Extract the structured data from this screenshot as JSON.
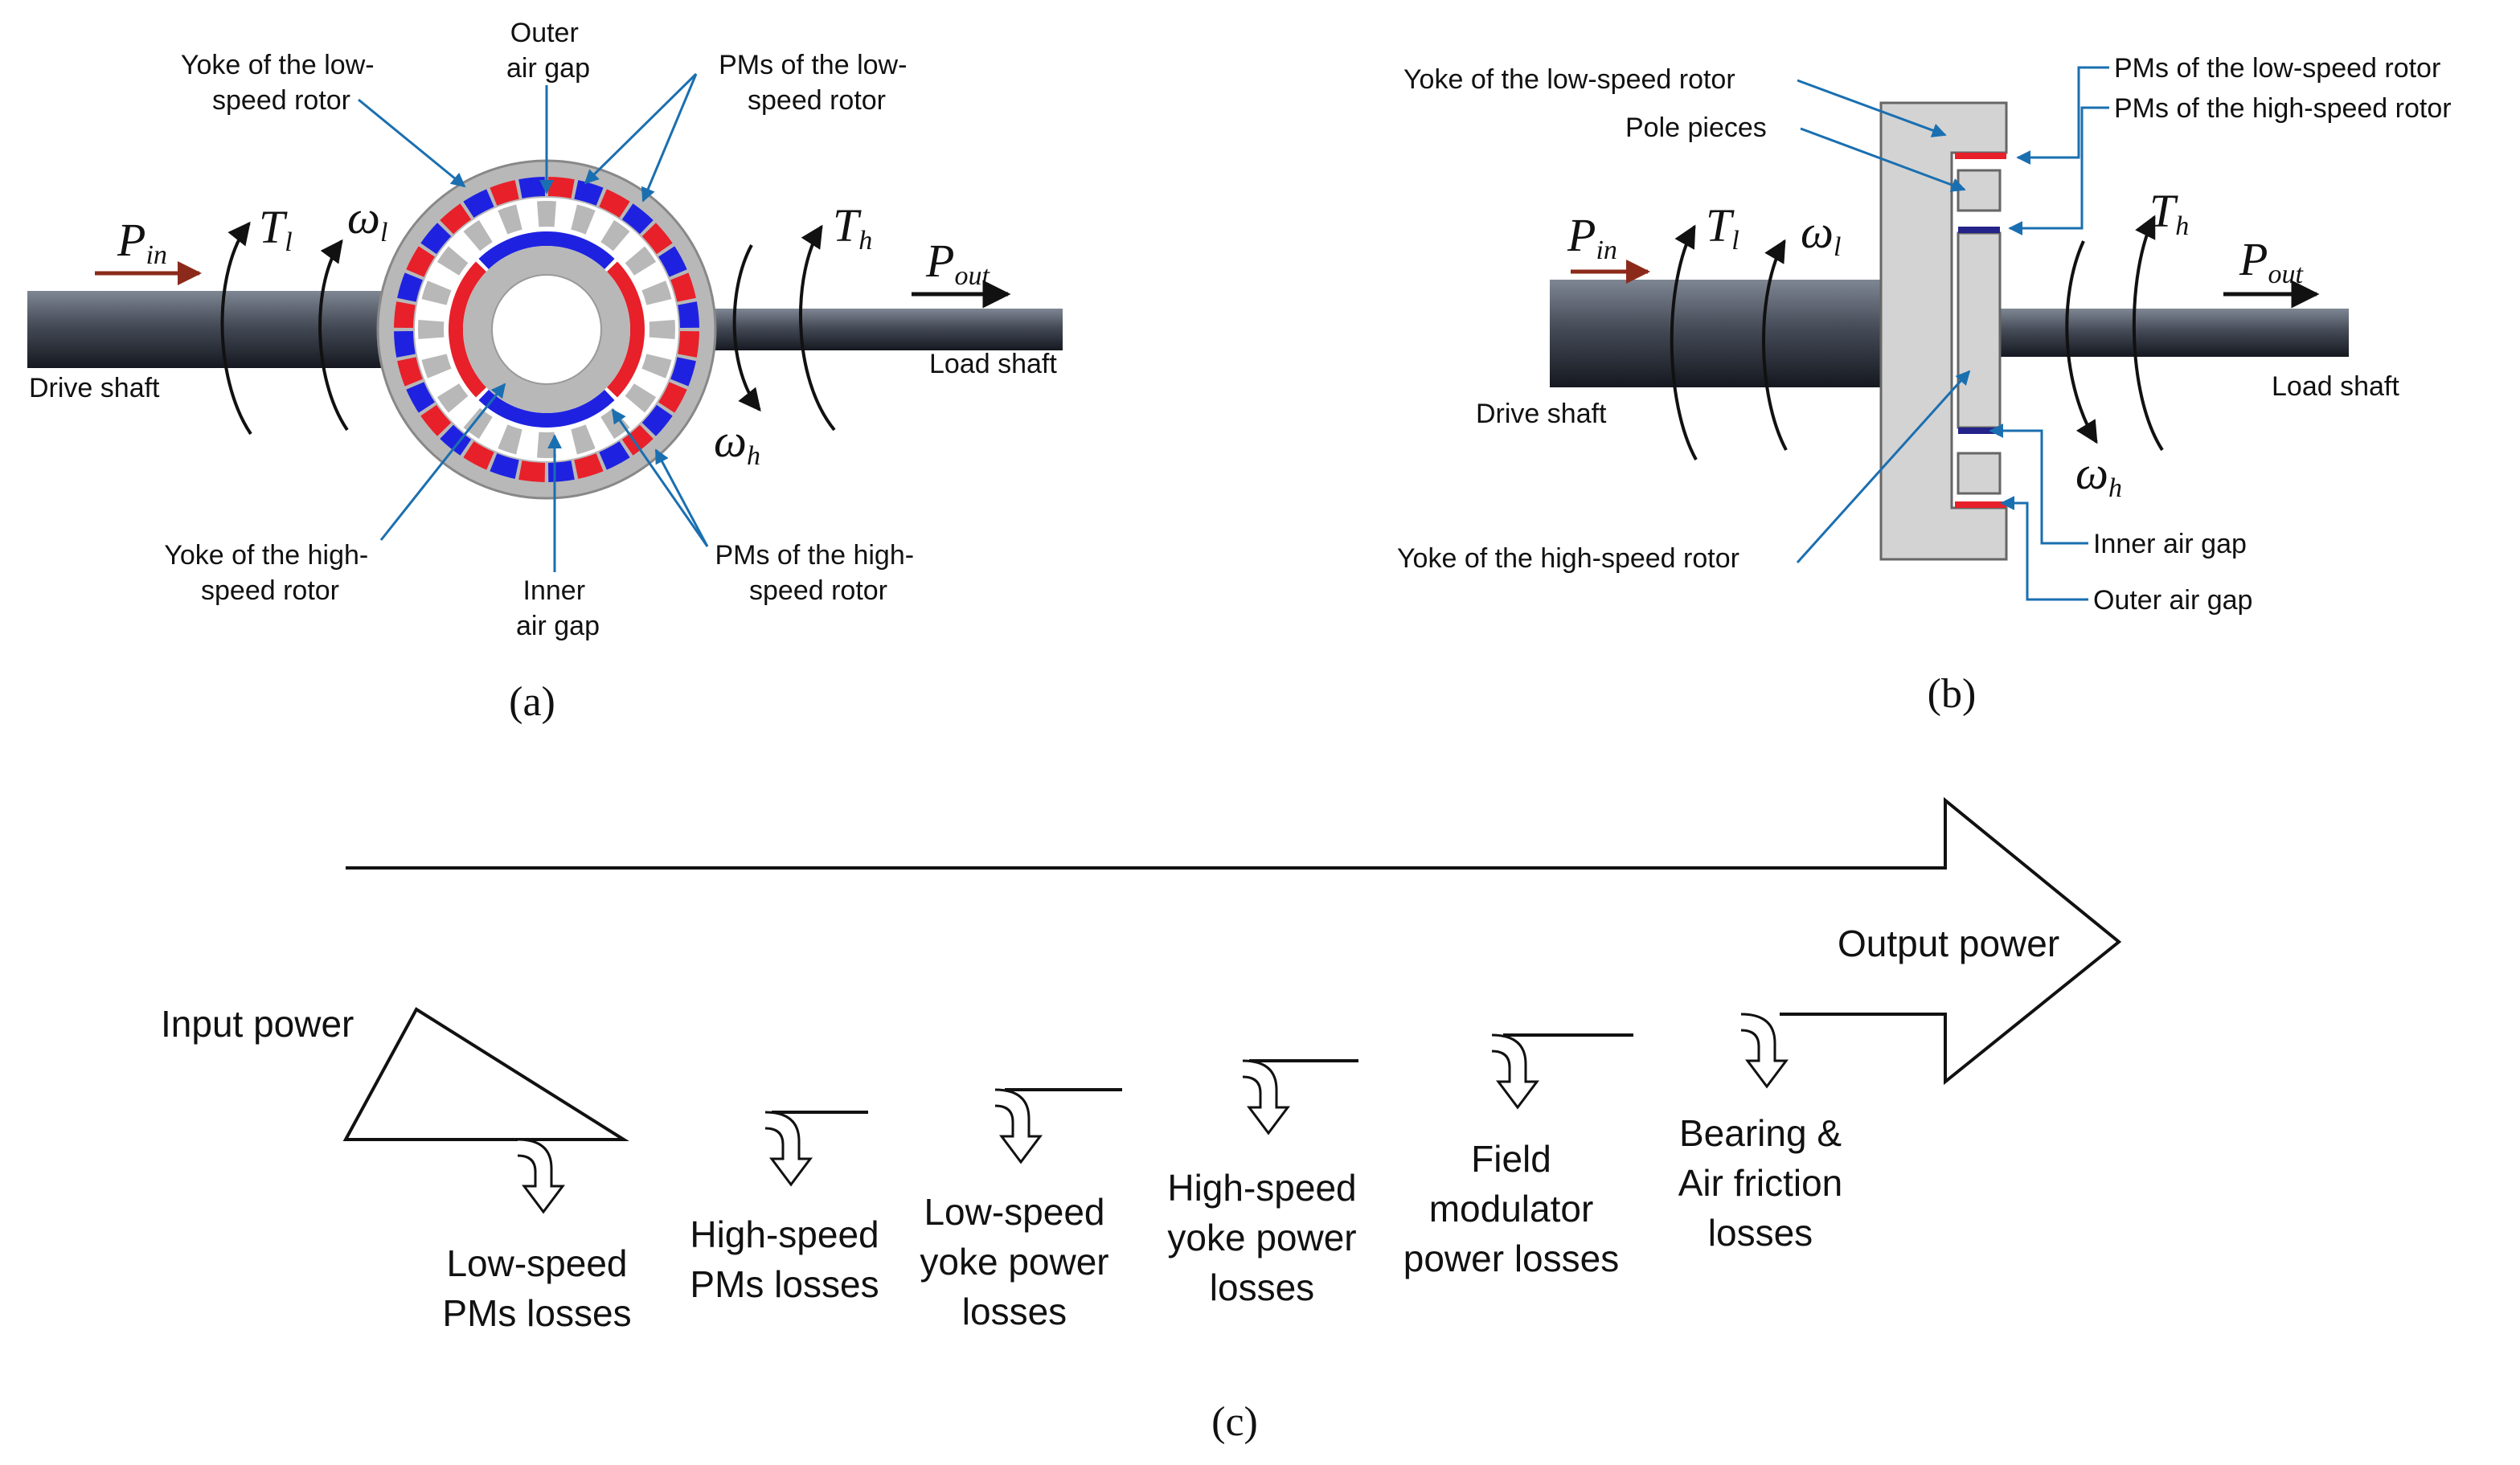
{
  "panel_a": {
    "caption": "(a)",
    "labels": {
      "yoke_low_1": "Yoke of the low-",
      "yoke_low_2": "speed rotor",
      "outer_gap_1": "Outer",
      "outer_gap_2": "air gap",
      "pm_low_1": "PMs of the low-",
      "pm_low_2": "speed rotor",
      "drive_shaft": "Drive shaft",
      "load_shaft": "Load shaft",
      "yoke_high_1": "Yoke of the high-",
      "yoke_high_2": "speed rotor",
      "inner_gap_1": "Inner",
      "inner_gap_2": "air gap",
      "pm_high_1": "PMs of the high-",
      "pm_high_2": "speed rotor"
    },
    "symbols": {
      "p_in": "P",
      "p_in_sub": "in",
      "t_l": "T",
      "t_l_sub": "l",
      "w_l": "ω",
      "w_l_sub": "l",
      "t_h": "T",
      "t_h_sub": "h",
      "w_h": "ω",
      "w_h_sub": "h",
      "p_out": "P",
      "p_out_sub": "out"
    }
  },
  "panel_b": {
    "caption": "(b)",
    "labels": {
      "yoke_low": "Yoke of the low-speed rotor",
      "pole_pieces": "Pole pieces",
      "pm_low": "PMs of the low-speed rotor",
      "pm_high": "PMs of the high-speed rotor",
      "drive_shaft": "Drive shaft",
      "load_shaft": "Load shaft",
      "yoke_high": "Yoke of the high-speed rotor",
      "inner_gap": "Inner air gap",
      "outer_gap": "Outer air gap"
    },
    "symbols": {
      "p_in": "P",
      "p_in_sub": "in",
      "t_l": "T",
      "t_l_sub": "l",
      "w_l": "ω",
      "w_l_sub": "l",
      "t_h": "T",
      "t_h_sub": "h",
      "w_h": "ω",
      "w_h_sub": "h",
      "p_out": "P",
      "p_out_sub": "out"
    }
  },
  "panel_c": {
    "caption": "(c)",
    "input": "Input power",
    "output": "Output power",
    "losses": [
      {
        "lines": [
          "Low-speed",
          "PMs losses"
        ]
      },
      {
        "lines": [
          "High-speed",
          "PMs losses"
        ]
      },
      {
        "lines": [
          "Low-speed",
          "yoke power",
          "losses"
        ]
      },
      {
        "lines": [
          "High-speed",
          "yoke power",
          "losses"
        ]
      },
      {
        "lines": [
          "Field",
          "modulator",
          "power losses"
        ]
      },
      {
        "lines": [
          "Bearing &",
          "Air friction",
          "losses"
        ]
      }
    ]
  },
  "colors": {
    "pm_red": "#e8202a",
    "pm_blue": "#1e22e0",
    "yoke_gray": "#b8b8b8",
    "shaft_dark": "#2e3440",
    "leader_blue": "#1a6fb0",
    "pin_arrow": "#8b2a1a"
  }
}
